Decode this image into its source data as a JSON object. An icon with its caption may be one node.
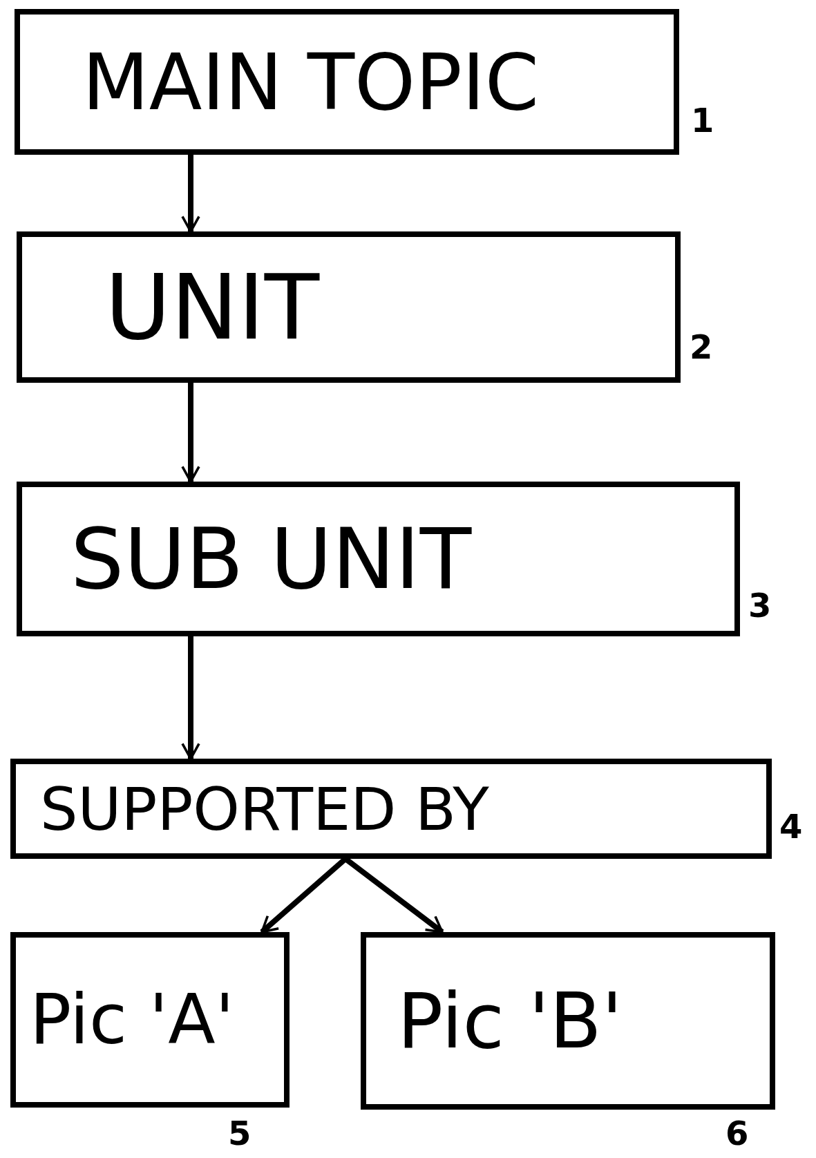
{
  "diagram": {
    "nodes": [
      {
        "text": [
          "MAIN TOPIC"
        ],
        "beside": [
          "1"
        ]
      },
      {
        "text": [
          "UNIT"
        ],
        "beside": [
          "2"
        ]
      },
      {
        "text": [
          "SUB UNIT"
        ],
        "beside": [
          "3"
        ]
      },
      {
        "text": [
          "SUPPORTED BY"
        ],
        "beside": [
          "4"
        ]
      },
      {
        "text": [
          "Pic 'A'"
        ],
        "beside": [
          "5"
        ]
      },
      {
        "text": [
          "Pic 'B'"
        ],
        "beside": [
          "6"
        ]
      }
    ],
    "edges": [
      {
        "from": 0,
        "to": 1,
        "arrow": "to"
      },
      {
        "from": 1,
        "to": 2,
        "arrow": "to"
      },
      {
        "from": 2,
        "to": 3,
        "arrow": "to"
      },
      {
        "from": 3,
        "to": 4,
        "arrow": "to"
      },
      {
        "from": 3,
        "to": 5,
        "arrow": "to"
      }
    ]
  }
}
